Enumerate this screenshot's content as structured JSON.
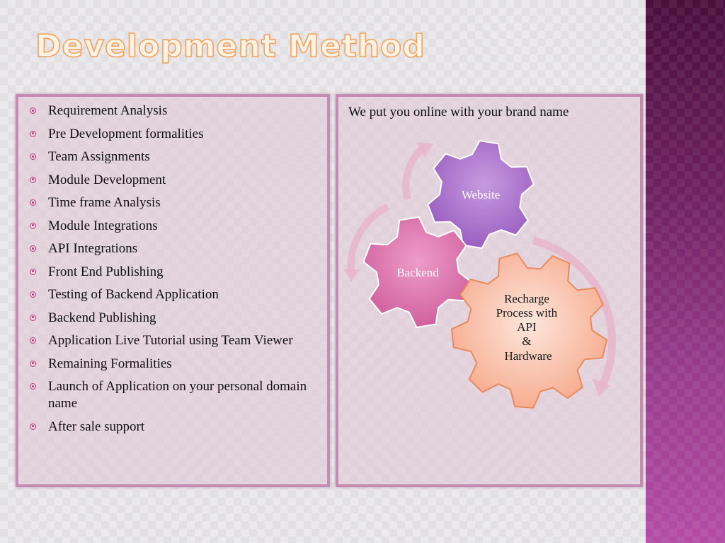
{
  "slide": {
    "title": "Development Method"
  },
  "left_panel": {
    "items": [
      "Requirement Analysis",
      "Pre Development formalities",
      "Team Assignments",
      "Module Development",
      "Time frame Analysis",
      "Module Integrations",
      "API Integrations",
      "Front End Publishing",
      "Testing of Backend Application",
      "Backend Publishing",
      "Application Live Tutorial using Team Viewer",
      "Remaining Formalities",
      "Launch of Application on your personal domain name",
      "After sale support"
    ]
  },
  "right_panel": {
    "tagline": "We put you online with your brand name",
    "gears": {
      "website": "Website",
      "backend": "Backend",
      "recharge_lines": [
        "Recharge",
        "Process with",
        "API",
        "&",
        "Hardware"
      ]
    }
  },
  "colors": {
    "accent_band": "#7a2a6c",
    "title_outline": "#f2a25a",
    "panel_border": "#c58bb3",
    "bullet": "#c0357c",
    "gear_website": "#b07ad0",
    "gear_backend": "#e07ab0",
    "gear_recharge": "#f7b49c"
  },
  "icons": {
    "bullet": "circled-dot-icon",
    "arrows": "cycle-arrow-icon",
    "gears": "gear-icon"
  }
}
